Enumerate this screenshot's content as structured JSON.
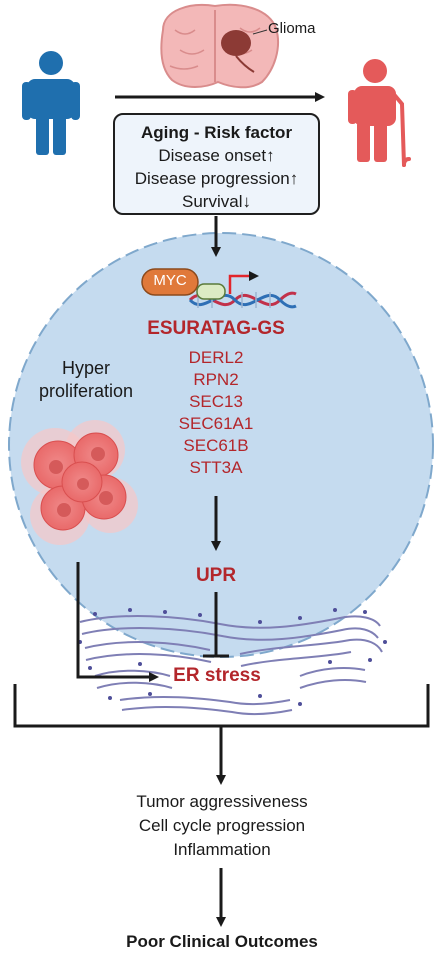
{
  "glioma_label": "Glioma",
  "risk_box": {
    "title": "Aging - Risk factor",
    "lines": [
      "Disease onset↑",
      "Disease progression↑",
      "Survival↓"
    ]
  },
  "myc_label": "MYC",
  "signature_title": "ESURATAG-GS",
  "genes": [
    "DERL2",
    "RPN2",
    "SEC13",
    "SEC61A1",
    "SEC61B",
    "STT3A"
  ],
  "hyper_label": [
    "Hyper",
    "proliferation"
  ],
  "upr_label": "UPR",
  "er_label": "ER stress",
  "outcomes": [
    "Tumor aggressiveness",
    "Cell cycle progression",
    "Inflammation"
  ],
  "final_label": "Poor Clinical Outcomes",
  "colors": {
    "young_person": "#1f6fae",
    "old_person": "#e45a5a",
    "circle_fill": "#c5dbef",
    "circle_border": "#7fa8cc",
    "accent_red": "#b3262b",
    "myc_orange": "#e0793a",
    "er_purple": "#7f7fb5"
  },
  "icons": [
    "young-person-icon",
    "old-person-icon",
    "brain-icon",
    "dna-icon",
    "tumor-cells-icon",
    "er-membrane-icon"
  ]
}
